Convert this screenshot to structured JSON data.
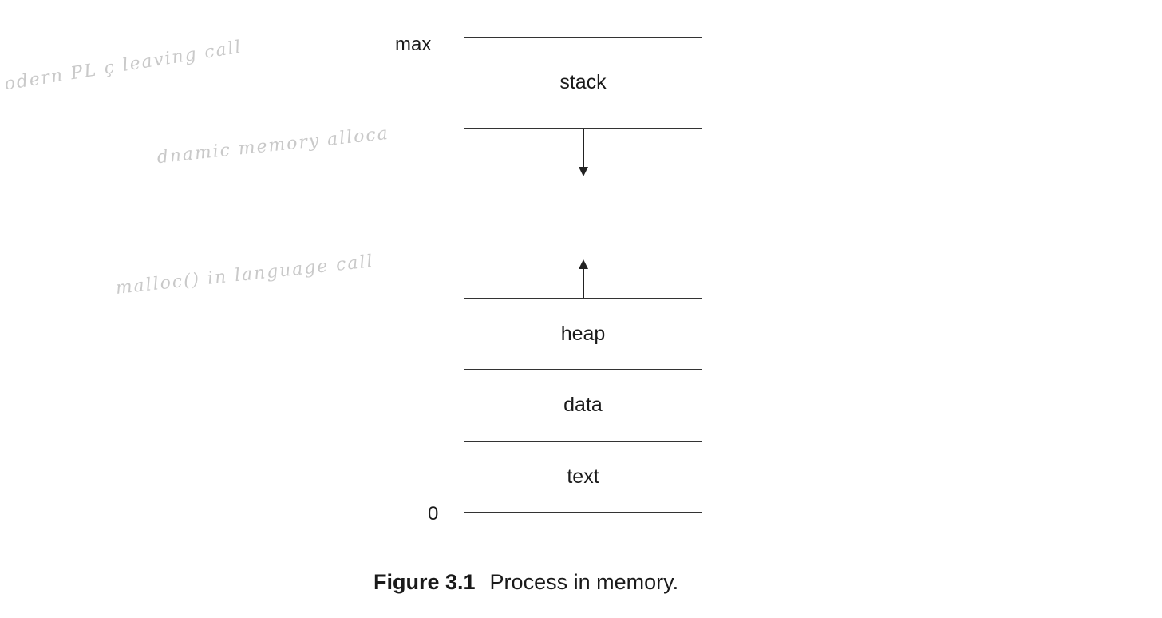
{
  "annotations": [
    "odern PL ç leaving call",
    "dnamic memory alloca",
    "malloc() in language call"
  ],
  "memory_layout": {
    "top_label": "max",
    "bottom_label": "0",
    "segments": {
      "stack": "stack",
      "heap": "heap",
      "data": "data",
      "text": "text"
    }
  },
  "caption": {
    "figure_number": "Figure 3.1",
    "text": "Process in memory."
  }
}
